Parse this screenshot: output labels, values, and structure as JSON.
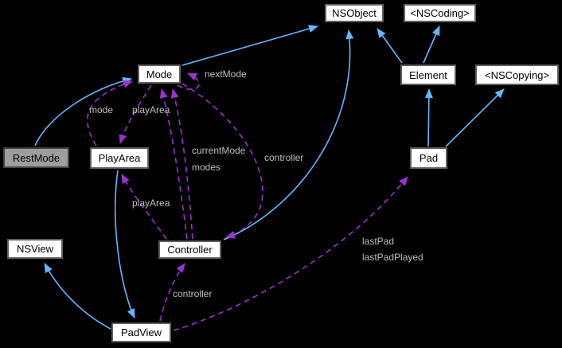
{
  "colors": {
    "background": "#000000",
    "inheritance_edge": "#63b8ff",
    "usage_edge": "#9a32cd",
    "edge_label": "#bfbfbf",
    "node_fill": "#ffffff",
    "node_border": "#5f5f5f",
    "node_text": "#000000",
    "highlight_fill": "#9e9e9e",
    "highlight_border": "#424242"
  },
  "nodes": {
    "nsobject": {
      "label": "NSObject"
    },
    "nscoding": {
      "label": "<NSCoding>"
    },
    "mode": {
      "label": "Mode"
    },
    "element": {
      "label": "Element"
    },
    "nscopying": {
      "label": "<NSCopying>"
    },
    "restmode": {
      "label": "RestMode"
    },
    "playarea": {
      "label": "PlayArea"
    },
    "pad": {
      "label": "Pad"
    },
    "nsview": {
      "label": "NSView"
    },
    "controller": {
      "label": "Controller"
    },
    "padview": {
      "label": "PadView"
    }
  },
  "edge_labels": {
    "next_mode": "nextMode",
    "mode": "mode",
    "play_area_upper": "playArea",
    "current_mode": "currentMode",
    "modes": "modes",
    "controller_upper": "controller",
    "play_area_lower": "playArea",
    "controller_lower": "controller",
    "last_pad": "lastPad",
    "last_pad_played": "lastPadPlayed"
  },
  "relationships": [
    {
      "from": "RestMode",
      "to": "Mode",
      "type": "inheritance"
    },
    {
      "from": "Mode",
      "to": "NSObject",
      "type": "inheritance"
    },
    {
      "from": "Controller",
      "to": "NSObject",
      "type": "inheritance"
    },
    {
      "from": "Element",
      "to": "NSObject",
      "type": "inheritance"
    },
    {
      "from": "Element",
      "to": "<NSCoding>",
      "type": "inheritance"
    },
    {
      "from": "Pad",
      "to": "Element",
      "type": "inheritance"
    },
    {
      "from": "Pad",
      "to": "<NSCopying>",
      "type": "inheritance"
    },
    {
      "from": "PadView",
      "to": "NSView",
      "type": "inheritance"
    },
    {
      "from": "PlayArea",
      "to": "PadView",
      "type": "inheritance"
    },
    {
      "from": "Mode",
      "to": "Mode",
      "type": "usage",
      "label": "nextMode"
    },
    {
      "from": "PlayArea",
      "to": "Mode",
      "type": "usage",
      "label": "mode"
    },
    {
      "from": "Mode",
      "to": "PlayArea",
      "type": "usage",
      "label": "playArea"
    },
    {
      "from": "Controller",
      "to": "Mode",
      "type": "usage",
      "label": "currentMode, modes"
    },
    {
      "from": "Mode",
      "to": "Controller",
      "type": "usage",
      "label": "controller"
    },
    {
      "from": "Controller",
      "to": "PlayArea",
      "type": "usage",
      "label": "playArea"
    },
    {
      "from": "PadView",
      "to": "Controller",
      "type": "usage",
      "label": "controller"
    },
    {
      "from": "PadView",
      "to": "Pad",
      "type": "usage",
      "label": "lastPad, lastPadPlayed"
    }
  ]
}
